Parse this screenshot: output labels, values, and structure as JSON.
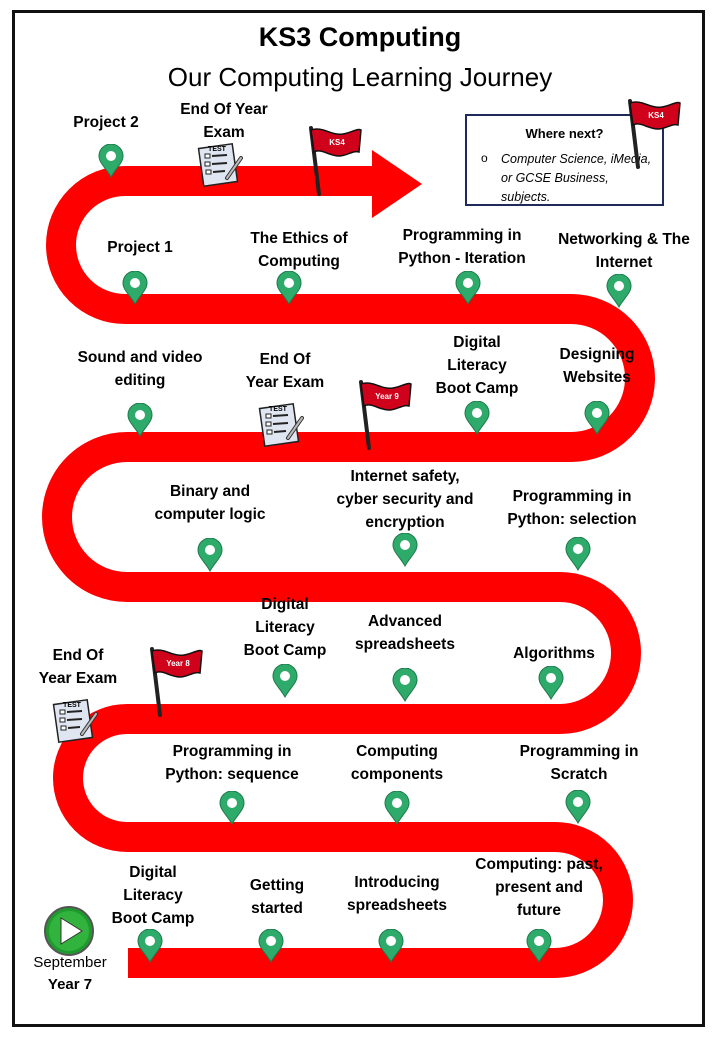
{
  "title": "KS3 Computing",
  "subtitle": "Our Computing Learning Journey",
  "where_next": {
    "heading": "Where next?",
    "text": "Computer Science, iMedia, or GCSE Business,  subjects."
  },
  "start": {
    "month": "September",
    "year": "Year 7"
  },
  "flags": {
    "ks4_path": "KS4",
    "ks4_box": "KS4",
    "year9": "Year 9",
    "year8": "Year 8"
  },
  "test_icon_label": "TEST",
  "topics": {
    "project2": [
      "Project 2"
    ],
    "eoy_exam_y9": [
      "End Of Year",
      "Exam"
    ],
    "project1": [
      "Project 1"
    ],
    "ethics": [
      "The Ethics of",
      "Computing"
    ],
    "py_iteration": [
      "Programming in",
      "Python - Iteration"
    ],
    "networking": [
      "Networking & The",
      "Internet"
    ],
    "sound_video": [
      "Sound and video",
      "editing"
    ],
    "eoy_exam_y8": [
      "End Of",
      "Year Exam"
    ],
    "dlbc_y8": [
      "Digital",
      "Literacy",
      "Boot Camp"
    ],
    "websites": [
      "Designing",
      "Websites"
    ],
    "binary": [
      "Binary and",
      "computer logic"
    ],
    "internet_safety": [
      "Internet safety,",
      "cyber security and",
      "encryption"
    ],
    "py_selection": [
      "Programming in",
      "Python: selection"
    ],
    "dlbc_y7b": [
      "Digital",
      "Literacy",
      "Boot Camp"
    ],
    "adv_spreadsheets": [
      "Advanced",
      "spreadsheets"
    ],
    "algorithms": [
      "Algorithms"
    ],
    "eoy_exam_y7": [
      "End Of",
      "Year Exam"
    ],
    "py_sequence": [
      "Programming in",
      "Python: sequence"
    ],
    "components": [
      "Computing",
      "components"
    ],
    "scratch": [
      "Programming in",
      "Scratch"
    ],
    "dlbc_y7": [
      "Digital",
      "Literacy",
      "Boot Camp"
    ],
    "getting_started": [
      "Getting",
      "started"
    ],
    "intro_spreadsheets": [
      "Introducing",
      "spreadsheets"
    ],
    "past_present": [
      "Computing: past,",
      "present and",
      "future"
    ]
  },
  "colors": {
    "road": "#ff0000",
    "pin": "#2eaa6a",
    "flag": "#d0021b",
    "box_border": "#1e2a5a",
    "start": "#1f9a2e"
  }
}
